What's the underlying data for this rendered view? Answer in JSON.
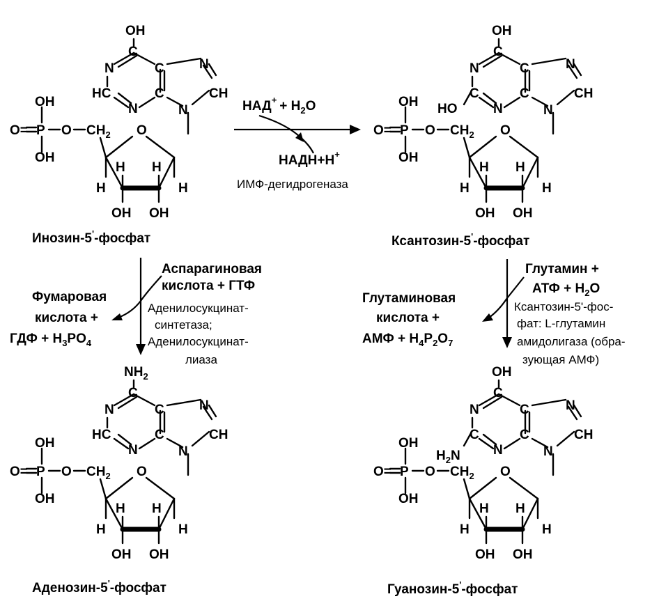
{
  "atoms": {
    "oh": "OH",
    "o": "O",
    "o_dbl": "O=",
    "p": "P",
    "n": "N",
    "hc": "HC",
    "ch": "CH",
    "c": "C",
    "h": "H",
    "ch2": "CH",
    "sub2": "2",
    "ho": "HO",
    "nh2": "NH",
    "h2n": "H",
    "h2n_n": "N",
    "minus_o": "O"
  },
  "molecules": {
    "imp": {
      "name": "Инозин-5",
      "prime": "'",
      "suffix": "-фосфат"
    },
    "xmp": {
      "name": "Ксантозин-5",
      "prime": "'",
      "suffix": "-фосфат"
    },
    "amp": {
      "name": "Аденозин-5",
      "prime": "'",
      "suffix": "-фосфат"
    },
    "gmp": {
      "name": "Гуанозин-5",
      "prime": "'",
      "suffix": "-фосфат"
    }
  },
  "reactions": {
    "imp_to_xmp": {
      "reactant_a": "НАД",
      "reactant_a_sup": "+",
      "reactant_b": "+ H",
      "reactant_b_sub": "2",
      "reactant_b_tail": "O",
      "product": "НАДН+Н",
      "product_sup": "+",
      "enzyme": "ИМФ-дегидрогеназа"
    },
    "imp_to_amp": {
      "in_1": "Аспарагиновая",
      "in_2": "кислота + ГТФ",
      "out_1": "Фумаровая",
      "out_2": "кислота +",
      "out_3": "ГДФ + H",
      "out_3_sub": "3",
      "out_3_mid": "PO",
      "out_3_sub2": "4",
      "enzyme_1": "Аденилосукцинат-",
      "enzyme_2": "синтетаза;",
      "enzyme_3": "Аденилосукцинат-",
      "enzyme_4": "лиаза"
    },
    "xmp_to_gmp": {
      "in_1": "Глутамин +",
      "in_2": "АТФ + H",
      "in_2_sub": "2",
      "in_2_tail": "O",
      "out_1": "Глутаминовая",
      "out_2": "кислота +",
      "out_3": "АМФ + H",
      "out_3_sub": "4",
      "out_3_mid": "P",
      "out_3_sub2": "2",
      "out_3_tail": "O",
      "out_3_sub3": "7",
      "enzyme_1": "Ксантозин-5'-фос-",
      "enzyme_2": "фат: L-глутамин",
      "enzyme_3": "амидолигаза (обра-",
      "enzyme_4": "зующая АМФ)"
    }
  }
}
